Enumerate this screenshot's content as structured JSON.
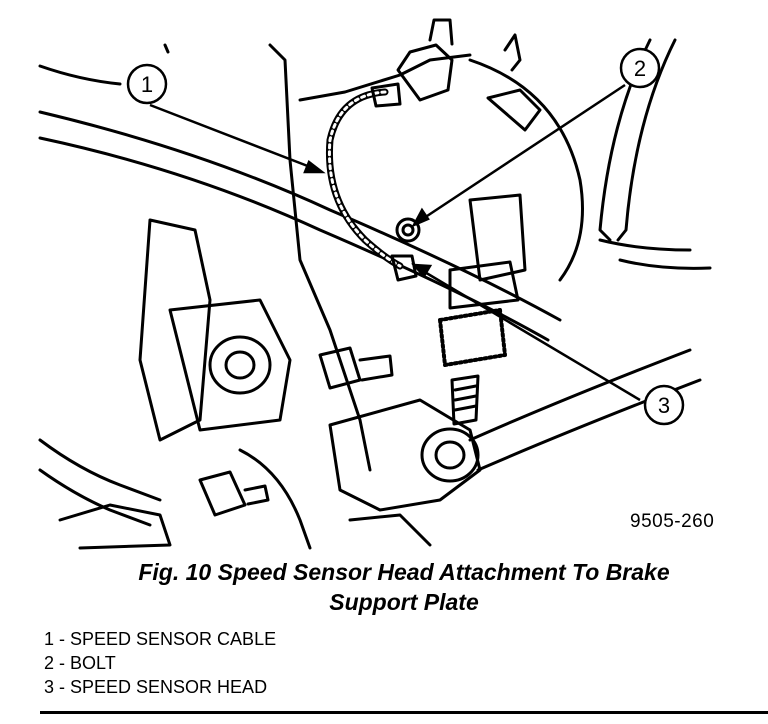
{
  "figure": {
    "id": "9505-260",
    "caption_line1": "Fig. 10 Speed Sensor Head Attachment To Brake",
    "caption_line2": "Support Plate"
  },
  "callouts": [
    {
      "number": "1"
    },
    {
      "number": "2"
    },
    {
      "number": "3"
    }
  ],
  "legend": [
    {
      "number": "1",
      "label": "SPEED SENSOR CABLE"
    },
    {
      "number": "2",
      "label": "BOLT"
    },
    {
      "number": "3",
      "label": "SPEED SENSOR HEAD"
    }
  ]
}
